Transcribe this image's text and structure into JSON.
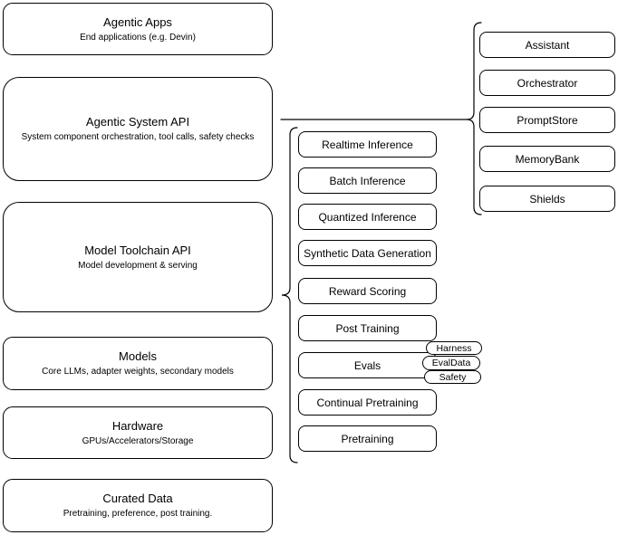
{
  "canvas": {
    "background_color": "#ffffff",
    "stroke_color": "#000000",
    "text_color": "#000000"
  },
  "stack": [
    {
      "title": "Agentic Apps",
      "subtitle": "End applications (e.g. Devin)"
    },
    {
      "title": "Agentic System API",
      "subtitle": "System component orchestration, tool calls, safety checks"
    },
    {
      "title": "Model Toolchain API",
      "subtitle": "Model development & serving"
    },
    {
      "title": "Models",
      "subtitle": "Core LLMs, adapter weights, secondary models"
    },
    {
      "title": "Hardware",
      "subtitle": "GPUs/Accelerators/Storage"
    },
    {
      "title": "Curated Data",
      "subtitle": "Pretraining, preference, post training."
    }
  ],
  "toolchain_items": [
    "Realtime Inference",
    "Batch Inference",
    "Quantized Inference",
    "Synthetic Data Generation",
    "Reward Scoring",
    "Post Training",
    "Evals",
    "Continual Pretraining",
    "Pretraining"
  ],
  "eval_tags": [
    "Harness",
    "EvalData",
    "Safety"
  ],
  "system_components": [
    "Assistant",
    "Orchestrator",
    "PromptStore",
    "MemoryBank",
    "Shields"
  ]
}
